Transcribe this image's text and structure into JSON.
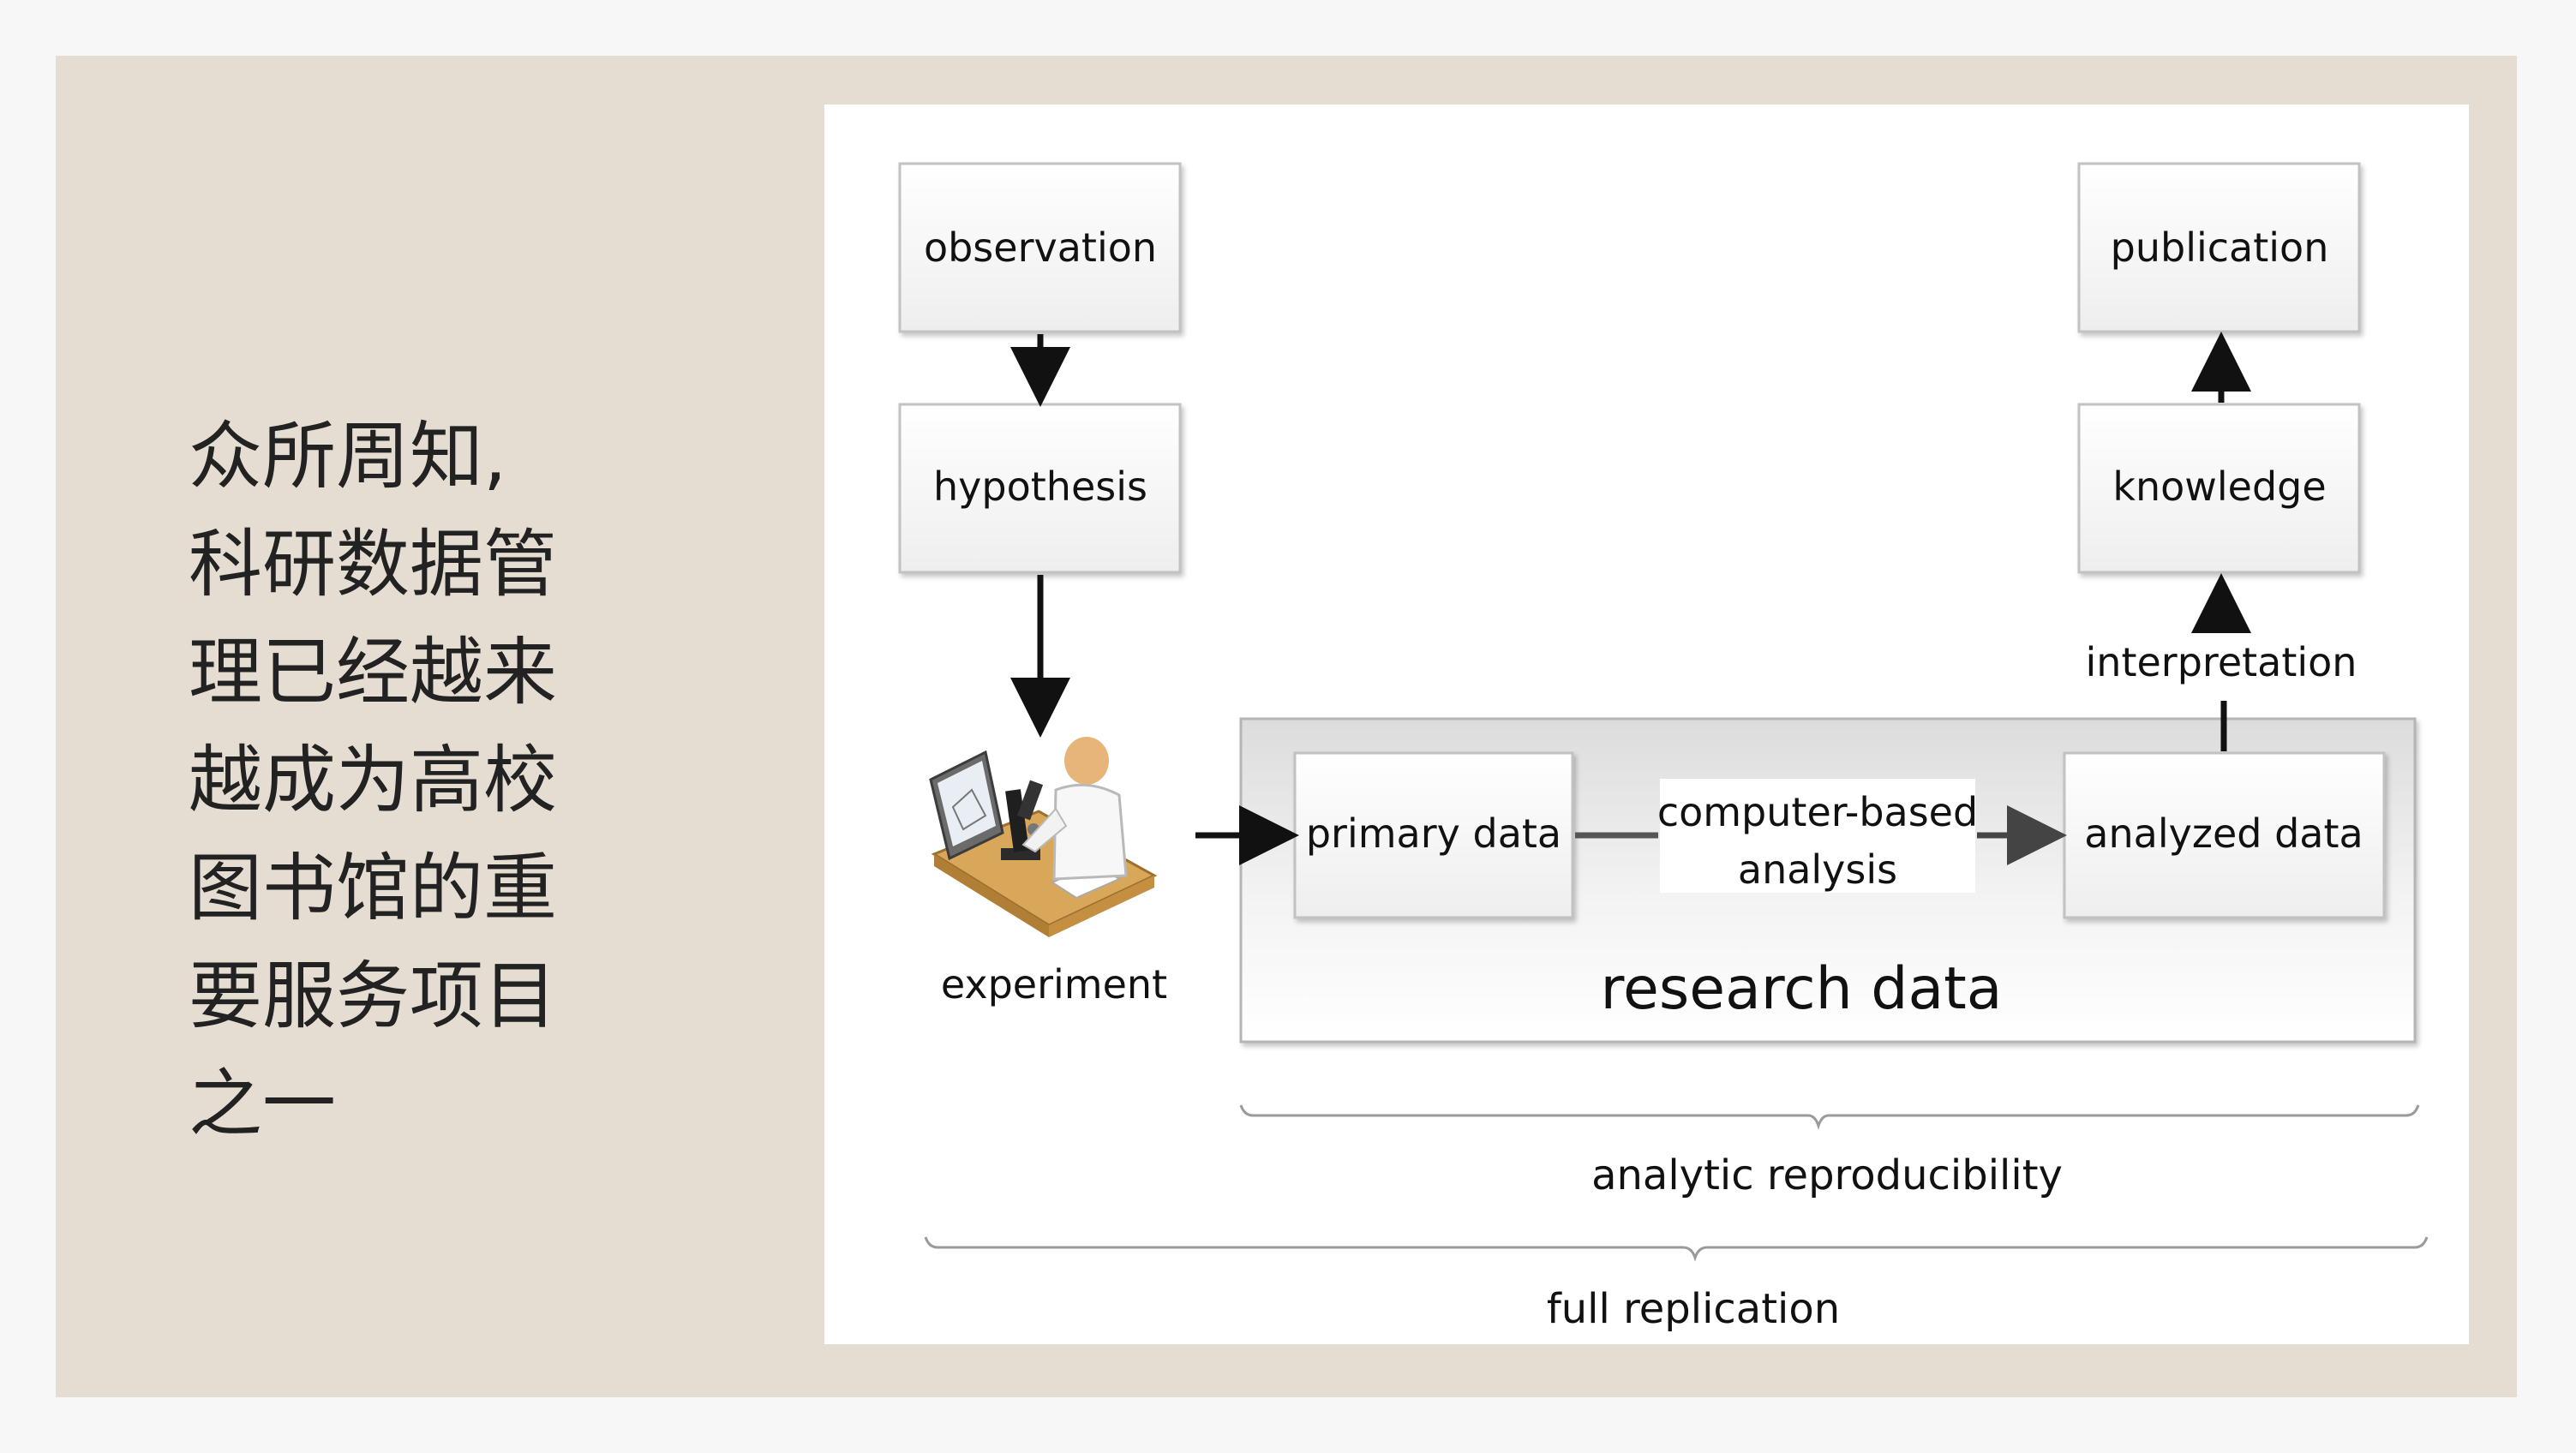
{
  "slide": {
    "heading_lines": [
      "众所周知,",
      "科研数据管",
      "理已经越来",
      "越成为高校",
      "图书馆的重",
      "要服务项目",
      "之一"
    ]
  },
  "diagram": {
    "nodes": {
      "observation": "observation",
      "hypothesis": "hypothesis",
      "experiment": "experiment",
      "primary_data": "primary data",
      "analysis_line1": "computer-based",
      "analysis_line2": "analysis",
      "analyzed_data": "analyzed data",
      "interpretation": "interpretation",
      "knowledge": "knowledge",
      "publication": "publication"
    },
    "group_label": "research data",
    "brace_labels": {
      "analytic": "analytic reproducibility",
      "full": "full replication"
    }
  },
  "colors": {
    "slide_bg": "#e5ddd1",
    "box_fill": "#f4f4f4",
    "box_stroke": "#bdbdbd",
    "arrow": "#111111",
    "region_fill": "#e6e6e6"
  }
}
